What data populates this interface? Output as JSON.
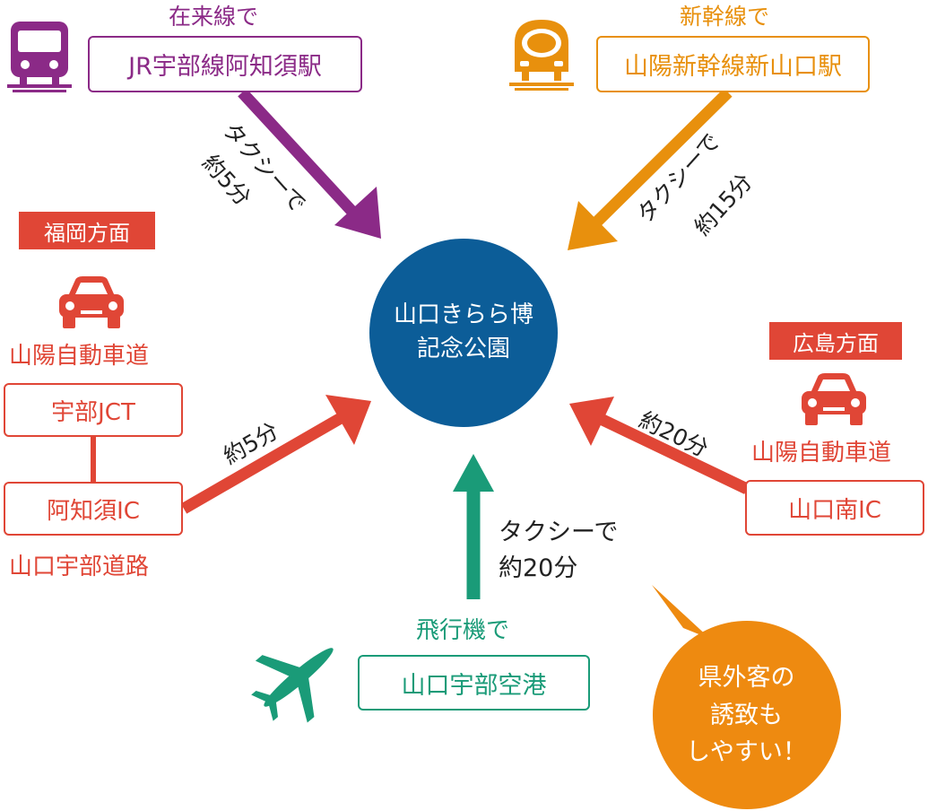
{
  "colors": {
    "purple": "#8b2a87",
    "orange": "#e8900d",
    "red": "#e04636",
    "green": "#1a9b78",
    "blue": "#0c5d98",
    "bubble": "#ee8a10"
  },
  "hub": {
    "line1": "山口きらら博",
    "line2": "記念公園"
  },
  "rail": {
    "mode": "在来線で",
    "station": "JR宇部線阿知須駅",
    "time_line1": "タクシーで",
    "time_line2": "約5分"
  },
  "shinkansen": {
    "mode": "新幹線で",
    "station": "山陽新幹線新山口駅",
    "time_line1": "タクシーで",
    "time_line2": "約15分"
  },
  "fukuoka": {
    "direction": "福岡方面",
    "road": "山陽自動車道",
    "jct": "宇部JCT",
    "ic": "阿知須IC",
    "road2": "山口宇部道路",
    "time": "約5分"
  },
  "hiroshima": {
    "direction": "広島方面",
    "road": "山陽自動車道",
    "ic": "山口南IC",
    "time": "約20分"
  },
  "air": {
    "mode": "飛行機で",
    "airport": "山口宇部空港",
    "time_line1": "タクシーで",
    "time_line2": "約20分"
  },
  "bubble": {
    "line1": "県外客の",
    "line2": "誘致も",
    "line3": "しやすい！"
  },
  "icons": [
    "train-icon",
    "shinkansen-icon",
    "car-icon",
    "car-icon",
    "airplane-icon"
  ]
}
